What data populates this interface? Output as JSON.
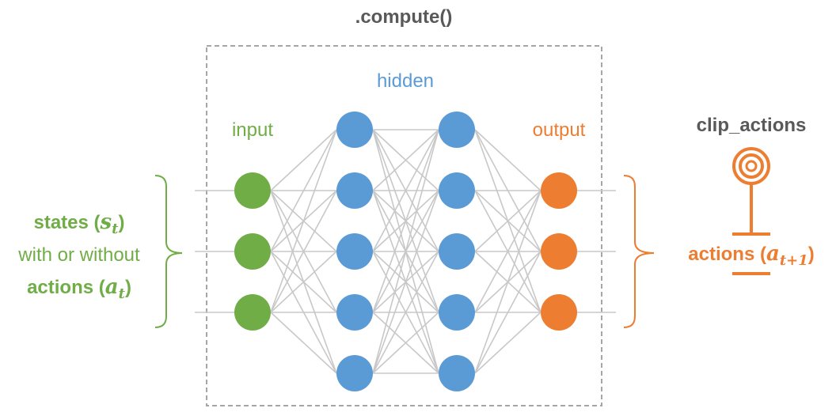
{
  "compute_label": ".compute()",
  "hidden_label": "hidden",
  "input_label": "input",
  "output_label": "output",
  "clip_label": "clip_actions",
  "input_side": {
    "states_word": "states (",
    "states_var": "s",
    "states_sub": "t",
    "states_close": ")",
    "middle_text": "with or without",
    "actions_word": "actions (",
    "actions_var": "a",
    "actions_sub": "t",
    "actions_close": ")"
  },
  "output_side": {
    "actions_word": "actions (",
    "actions_var": "a",
    "actions_sub": "t+1",
    "actions_close": ")"
  },
  "layers": [
    {
      "name": "input",
      "nodes": 3,
      "color": "#70ad47"
    },
    {
      "name": "hidden-1",
      "nodes": 5,
      "color": "#5b9bd5"
    },
    {
      "name": "hidden-2",
      "nodes": 5,
      "color": "#5b9bd5"
    },
    {
      "name": "output",
      "nodes": 3,
      "color": "#ed7d31"
    }
  ],
  "colors": {
    "input": "#70ad47",
    "hidden": "#5b9bd5",
    "output": "#ed7d31",
    "edge": "#c8c8c8",
    "box": "#a6a6a6",
    "title": "#595959"
  }
}
